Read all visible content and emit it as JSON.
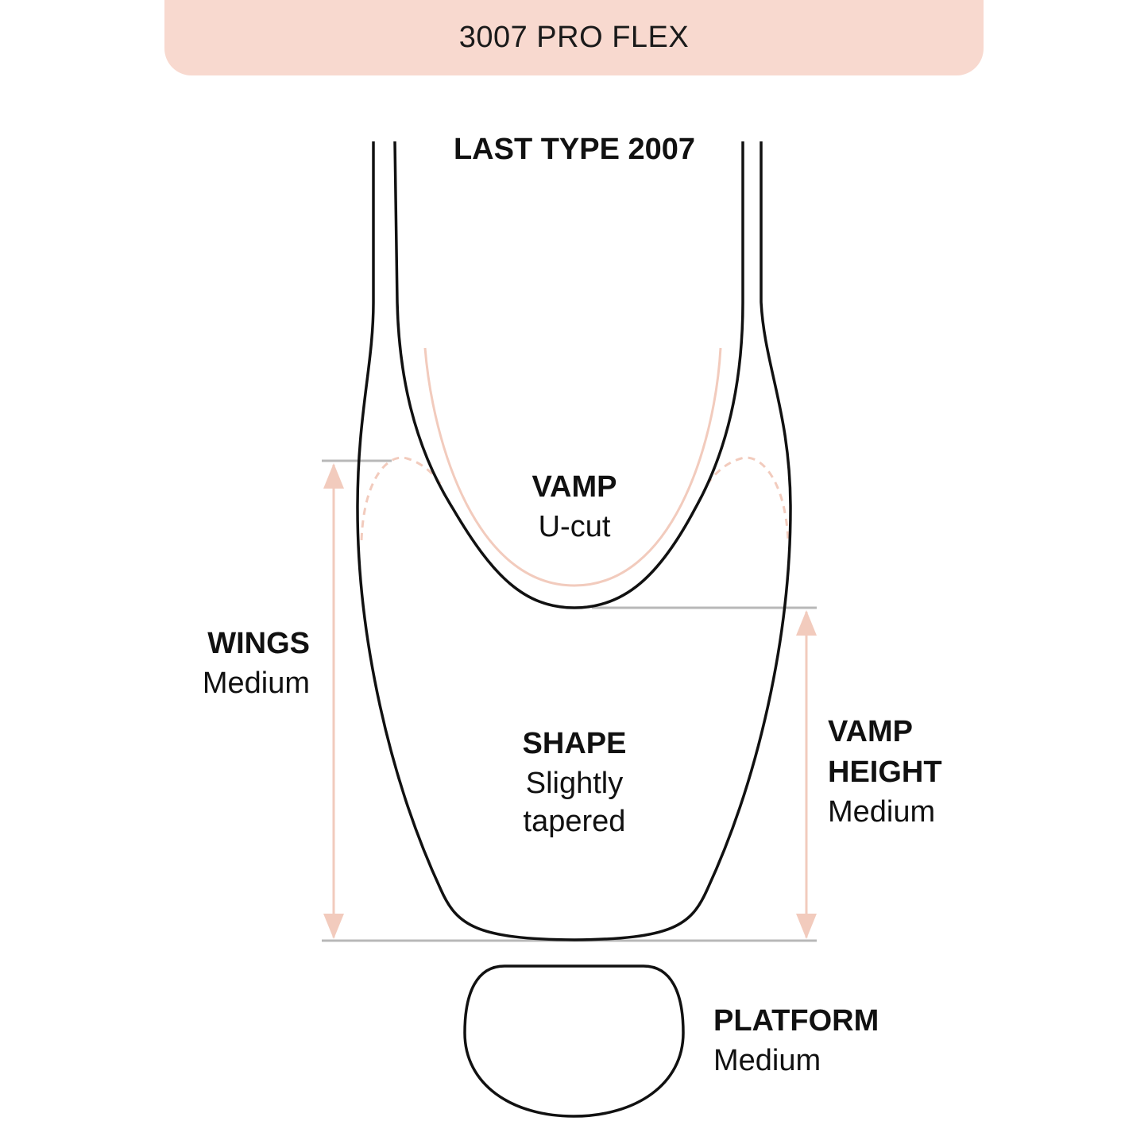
{
  "header": {
    "title": "3007 PRO FLEX"
  },
  "diagram": {
    "last_type": "LAST TYPE 2007",
    "vamp": {
      "label": "VAMP",
      "value": "U-cut"
    },
    "wings": {
      "label": "WINGS",
      "value": "Medium"
    },
    "shape": {
      "label": "SHAPE",
      "value_line1": "Slightly",
      "value_line2": "tapered"
    },
    "vamp_height": {
      "label_line1": "VAMP",
      "label_line2": "HEIGHT",
      "value": "Medium"
    },
    "platform": {
      "label": "PLATFORM",
      "value": "Medium"
    }
  },
  "colors": {
    "accent": "#f8d9cf",
    "arrow": "#f2cbbd",
    "outline": "#111111",
    "guide": "#b8b8b8"
  }
}
